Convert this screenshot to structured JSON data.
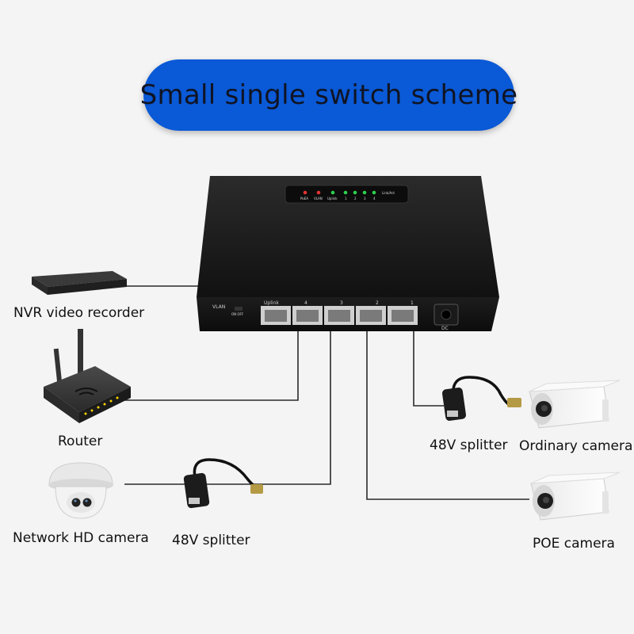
{
  "title": "Small single switch scheme",
  "switch": {
    "led_labels": [
      "PoEA",
      "VLAN",
      "Uplink",
      "1",
      "2",
      "3",
      "4",
      "Link/Act"
    ],
    "front_vlan": "VLAN",
    "front_toggle": "ON OFF",
    "port_labels": [
      "Uplink",
      "4",
      "3",
      "2",
      "1"
    ],
    "dc_label": "DC"
  },
  "devices": {
    "nvr": "NVR video recorder",
    "router": "Router",
    "network_camera": "Network HD camera",
    "splitter_left": "48V splitter",
    "splitter_right": "48V splitter",
    "ordinary_camera": "Ordinary camera",
    "poe_camera": "POE camera"
  },
  "colors": {
    "banner": "#0a59d6",
    "switch_body": "#1b1b1b",
    "led_red": "#e23434",
    "led_green": "#2ecf4c",
    "cable": "#2a2a2a"
  }
}
